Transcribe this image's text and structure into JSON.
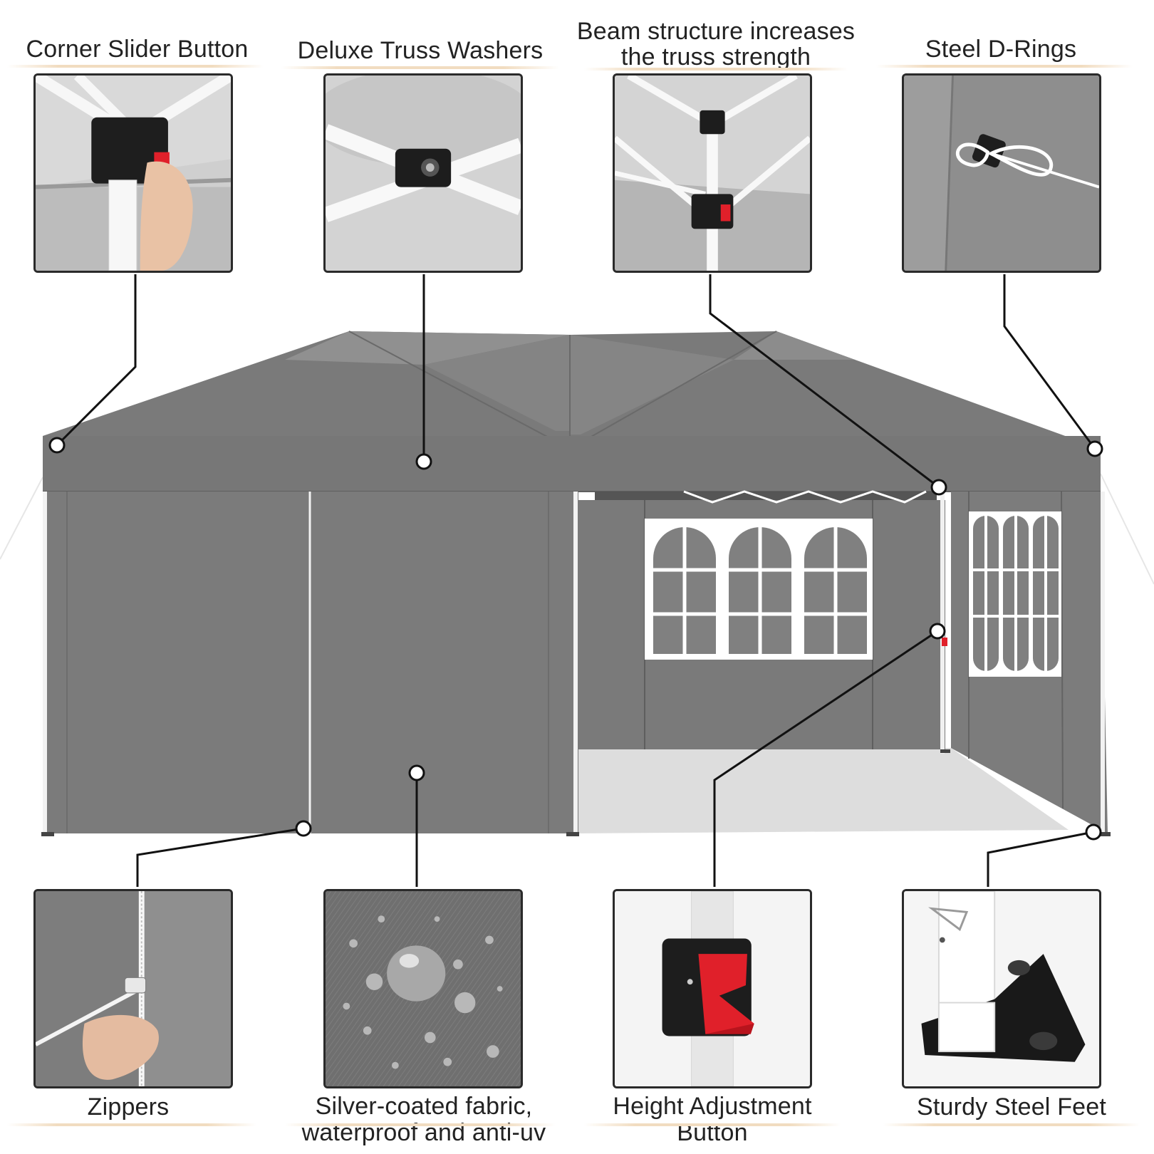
{
  "features": {
    "corner_slider": {
      "label": "Corner Slider Button"
    },
    "truss_washers": {
      "label": "Deluxe Truss Washers"
    },
    "beam_structure": {
      "line1": "Beam structure increases",
      "line2": "the truss strength"
    },
    "d_rings": {
      "label": "Steel D-Rings"
    },
    "zippers": {
      "label": "Zippers"
    },
    "fabric": {
      "line1": "Silver-coated fabric,",
      "line2": "waterproof and anti-uv"
    },
    "height_button": {
      "line1": "Height Adjustment",
      "line2": "Button"
    },
    "steel_feet": {
      "label": "Sturdy Steel Feet"
    }
  },
  "colors": {
    "canopy": "#7b7b7b",
    "canopy_dark": "#6a6a6a",
    "window": "#ffffff",
    "button_red": "#e0202a",
    "label_underline": "#f1dcc0"
  }
}
